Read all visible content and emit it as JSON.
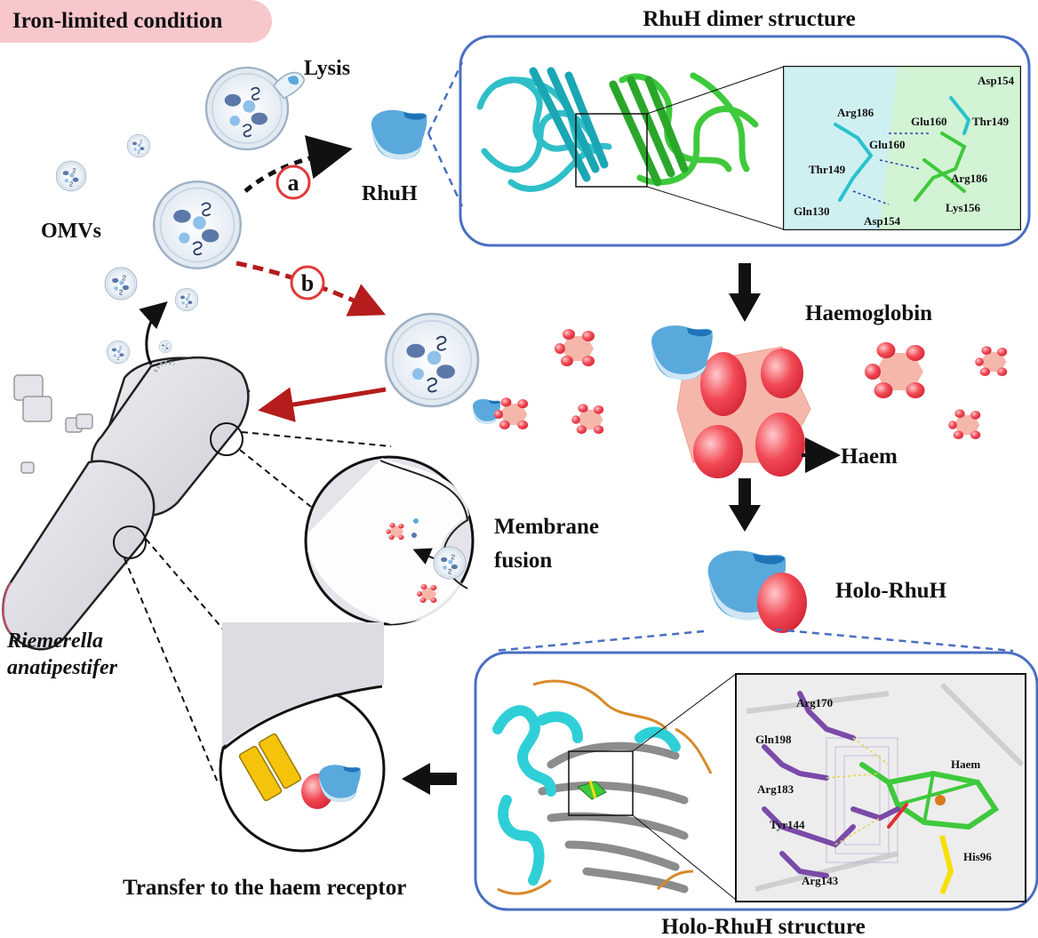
{
  "header": {
    "condition": "Iron-limited condition"
  },
  "labels": {
    "lysis": "Lysis",
    "omvs": "OMVs",
    "rhuh": "RhuH",
    "route_a": "a",
    "route_b": "b",
    "membrane_fusion_1": "Membrane",
    "membrane_fusion_2": "fusion",
    "species_1": "Riemerella",
    "species_2": "anatipestifer",
    "transfer": "Transfer to the haem receptor",
    "haemoglobin": "Haemoglobin",
    "haem": "Haem",
    "holo_rhuh": "Holo-RhuH"
  },
  "panels": {
    "dimer_title": "RhuH dimer structure",
    "holo_title": "Holo-RhuH structure"
  },
  "dimer_residues": [
    "Asp154",
    "Arg186",
    "Glu160",
    "Thr149",
    "Glu160",
    "Thr149",
    "Arg186",
    "Gln130",
    "Asp154",
    "Lys156"
  ],
  "holo_residues": [
    "Arg170",
    "Gln198",
    "Haem",
    "Arg183",
    "Tyr144",
    "His96",
    "Arg143"
  ],
  "colors": {
    "badge": "#f7c7cc",
    "panel_border": "#4a6fc2",
    "red_arrow": "#b51c1c",
    "rhuh_blue": "#5aa9dc",
    "haem_red": "#f24a55",
    "hb_pink": "#f6b7ab",
    "cell_grey": "#dcdce2",
    "chain_cyan": "#3fd0d8",
    "chain_green": "#4fd64c",
    "receptor_yellow": "#f5c30c"
  }
}
